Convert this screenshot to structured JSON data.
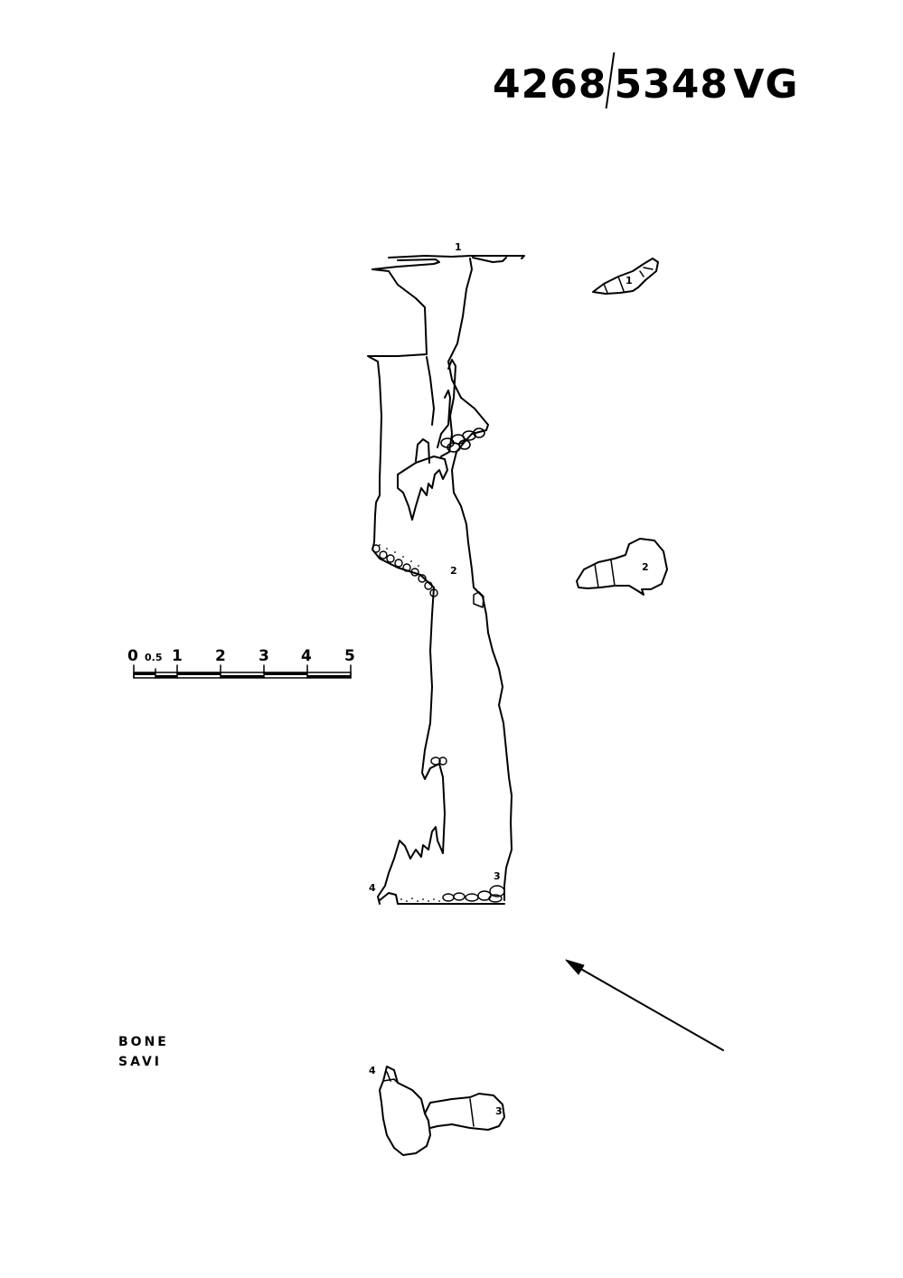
{
  "header": {
    "code_left": "4268",
    "code_right": "5348",
    "code_suffix": "VG"
  },
  "credits": {
    "line1": "BONE",
    "line2": "SAVI"
  },
  "scale_bar": {
    "labels": [
      "0",
      "0.5",
      "1",
      "2",
      "3",
      "4",
      "5"
    ]
  },
  "section_labels": {
    "s1": "1",
    "s2": "2",
    "s3": "3",
    "s4": "4"
  },
  "plan_labels": {
    "p1": "1",
    "p2": "2",
    "p3": "3",
    "p4": "4"
  }
}
